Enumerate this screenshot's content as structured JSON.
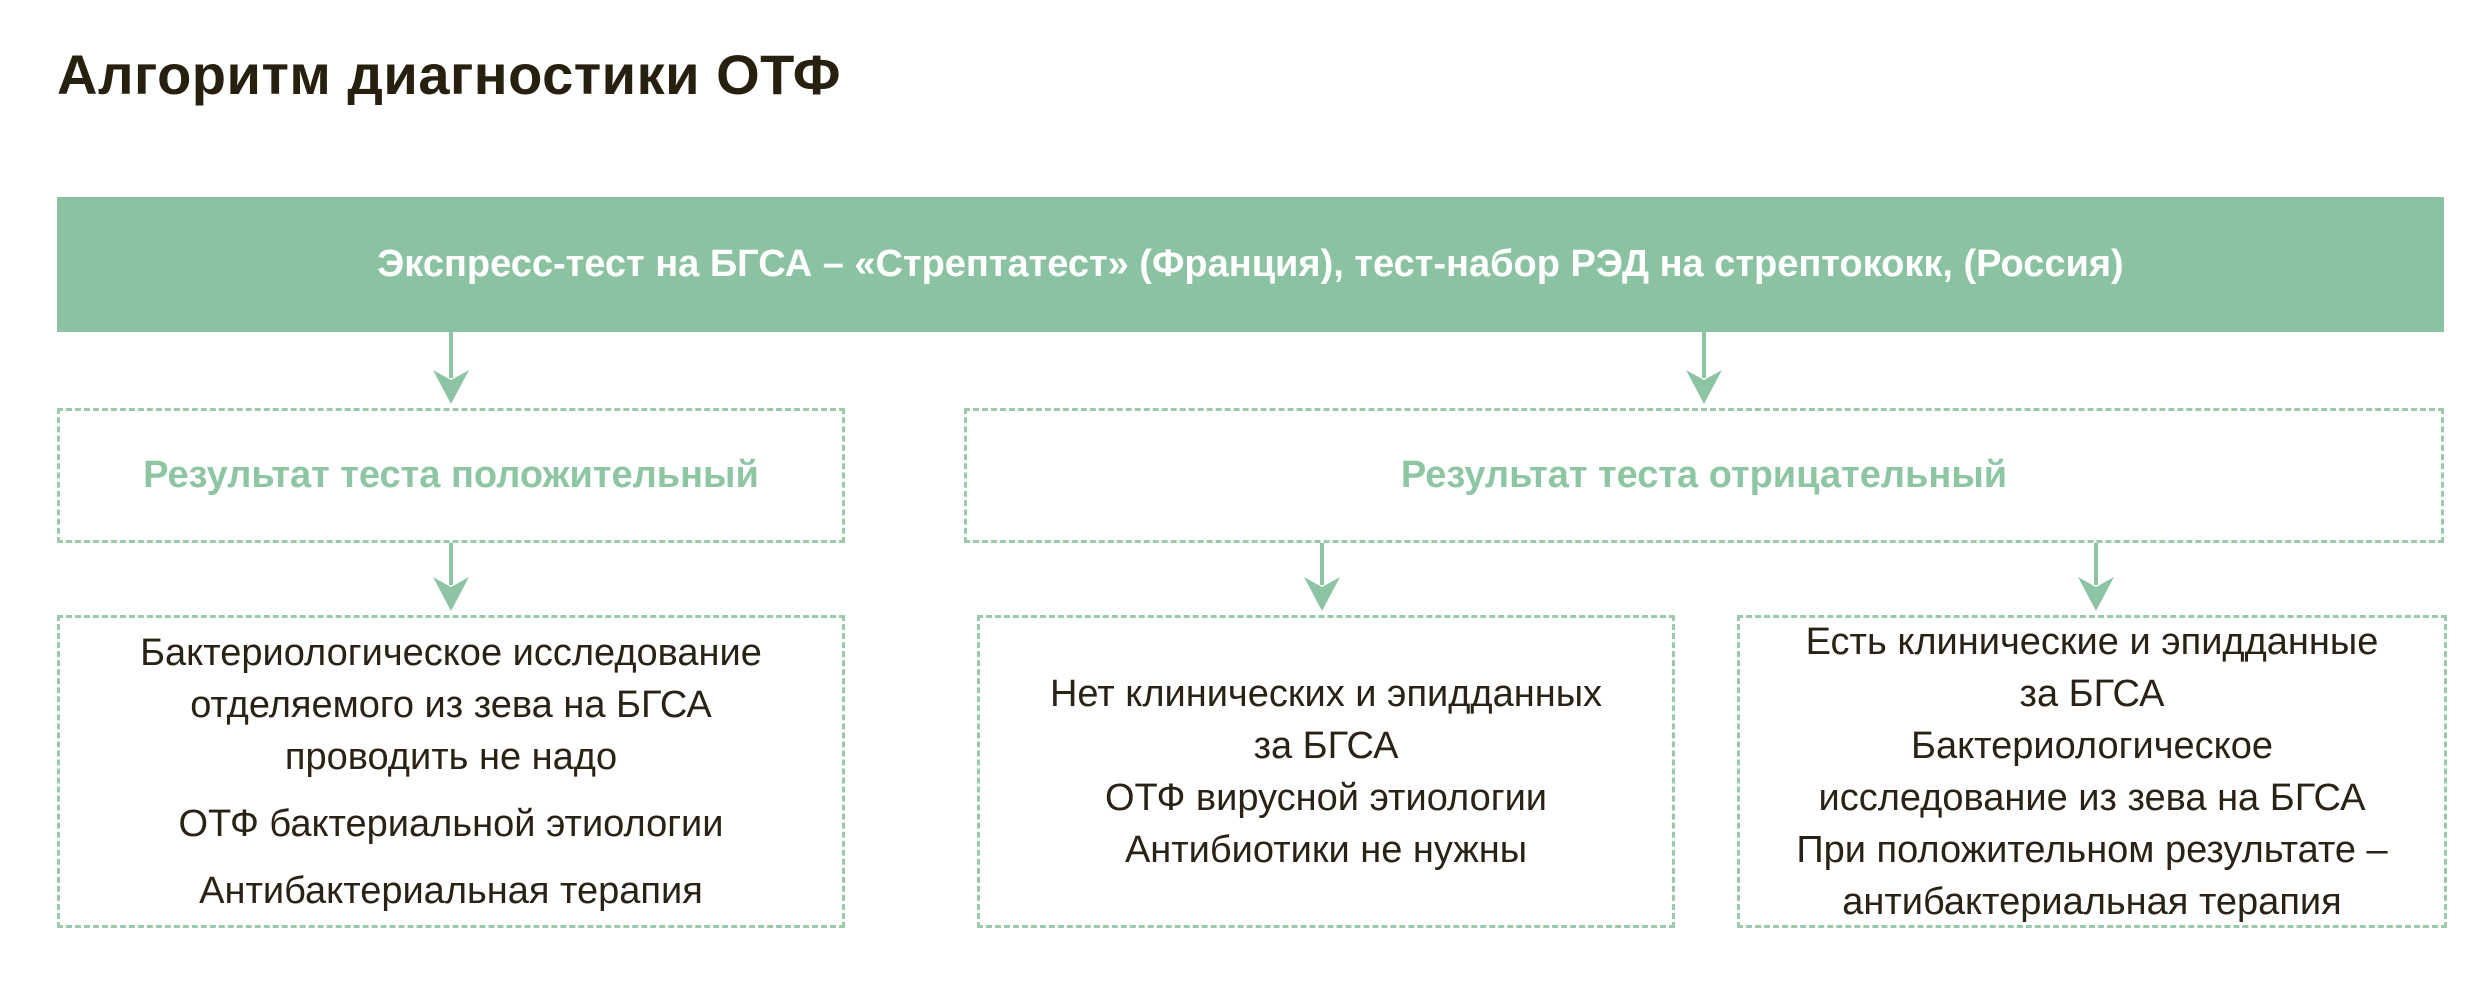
{
  "title": "Алгоритм диагностики ОТФ",
  "banner": {
    "text": "Экспресс-тест на БГСА – «Стрептатест» (Франция), тест-набор РЭД на стрептококк, (Россия)"
  },
  "results": {
    "positive": {
      "label": "Результат теста положительный"
    },
    "negative": {
      "label": "Результат теста отрицательный"
    }
  },
  "outcomes": {
    "positive": {
      "paragraphs": [
        "Бактериологическое исследование\nотделяемого из зева на БГСА\nпроводить не надо",
        "ОТФ бактериальной этиологии",
        "Антибактериальная терапия"
      ]
    },
    "negative_viral": {
      "paragraphs": [
        "Нет клинических и эпидданных\nза БГСА",
        "ОТФ вирусной этиологии",
        "Антибиотики не нужны"
      ]
    },
    "negative_bacterial": {
      "paragraphs": [
        "Есть клинические и эпидданные\nза БГСА",
        "Бактериологическое\nисследование из зева на БГСА",
        "При положительном результате –\nантибактериальная терапия"
      ]
    }
  },
  "colors": {
    "banner_green": "#8bc3a2",
    "dashed_border_green": "#9acaaa",
    "label_green": "#8ec6a4",
    "arrow_green": "#8dc5a4",
    "dark_text": "#2a2215",
    "banner_text": "#ffffff"
  }
}
